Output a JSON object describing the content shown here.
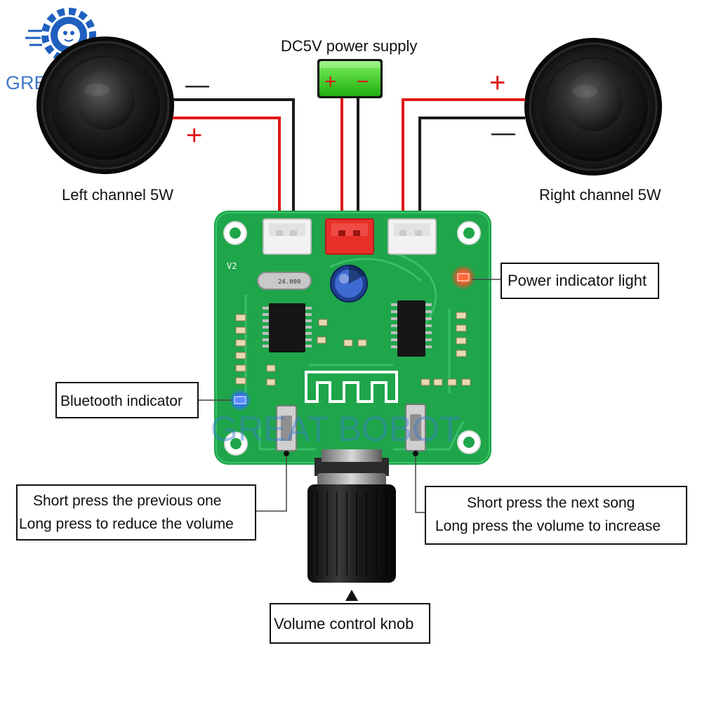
{
  "watermark": {
    "brand": "GREAT BOBOT",
    "color": "#1f5fbf"
  },
  "power_supply": {
    "label": "DC5V power supply",
    "plus": "+",
    "minus": "−",
    "color": "#2ecc1a"
  },
  "left_speaker": {
    "label": "Left channel 5W",
    "minus": "—",
    "plus": "+"
  },
  "right_speaker": {
    "label": "Right channel 5W",
    "plus": "+",
    "minus": "—"
  },
  "board": {
    "version": "V2",
    "crystal": "24.000",
    "pcb_color": "#1fa54a",
    "wire_red": "#e01818",
    "wire_black": "#1a1a1a",
    "connector_white": "#f2f2f2",
    "connector_red": "#e8302a"
  },
  "callouts": {
    "power_indicator": "Power indicator light",
    "bluetooth_indicator": "Bluetooth indicator",
    "prev_button_line1": "Short press the previous one",
    "prev_button_line2": "Long press to reduce the volume",
    "next_button_line1": "Short press the next song",
    "next_button_line2": "Long press the volume to increase",
    "volume_knob": "Volume control knob"
  },
  "leds": {
    "power_color": "#ff3b1f",
    "bluetooth_color": "#2f6bff"
  }
}
